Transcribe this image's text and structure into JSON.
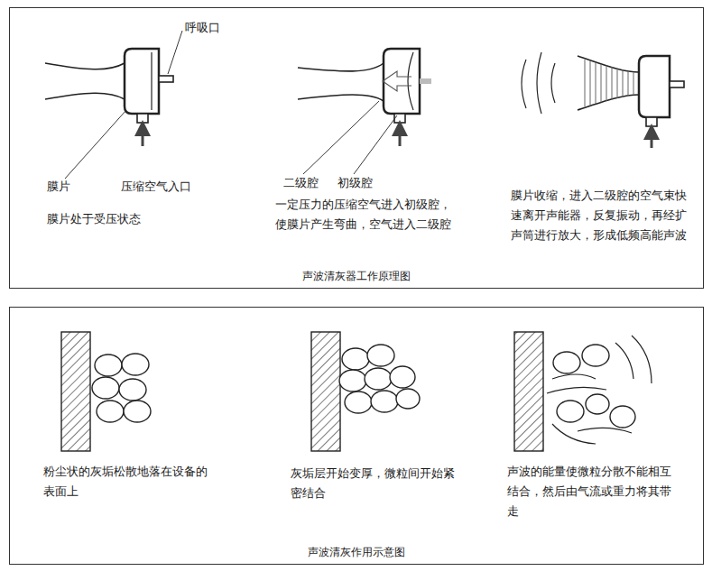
{
  "diagram": {
    "nodes": [
      {
        "text": [
          "声波清灰器工作原理图"
        ]
      },
      {
        "text": [
          "声波清灰作用示意图"
        ]
      }
    ],
    "labels": [
      "呼吸口",
      "膜片",
      "压缩空气入口",
      "膜片处于受压状态",
      "二级腔",
      "初级腔",
      "一定压力的压缩空气进入初级腔，使膜片产生弯曲，空气进入二级腔",
      "膜片收缩，进入二级腔的空气束快速离开声能器，反复振动，再经扩声筒进行放大，形成低频高能声波",
      "粉尘状的灰垢松散地落在设备的表面上",
      "灰垢层开始变厚，微粒间开始紧密结合",
      "声波的能量使微粒分散不能相互结合，然后由气流或重力将其带走"
    ]
  }
}
